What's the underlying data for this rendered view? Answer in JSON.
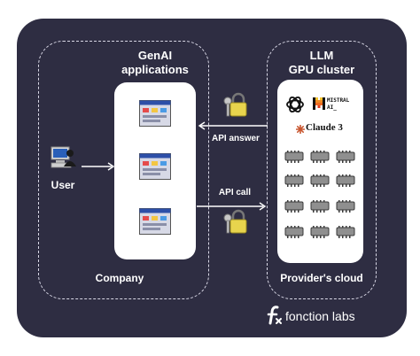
{
  "groups": {
    "company": "Company",
    "cloud": "Provider's cloud"
  },
  "headings": {
    "genai": "GenAI\napplications",
    "llm": "LLM\nGPU cluster"
  },
  "actor": {
    "user": "User"
  },
  "edges": {
    "api_answer": "API answer",
    "api_call": "API call"
  },
  "providers": {
    "mistral_line1": "MISTRAL",
    "mistral_line2": "AI_",
    "claude": "Claude 3"
  },
  "brand": {
    "name": "fonction labs"
  },
  "colors": {
    "card": "#2e2d42",
    "lock": "#e8d44d",
    "key": "#b7b7b7",
    "mistral": "#f08a24",
    "claude": "#c8562f"
  },
  "icons": [
    "user-computer-icon",
    "app-window-icon",
    "lock-key-icon",
    "openai-logo",
    "mistral-logo",
    "claude-logo",
    "gpu-chip-icon",
    "fonction-labs-logo"
  ]
}
